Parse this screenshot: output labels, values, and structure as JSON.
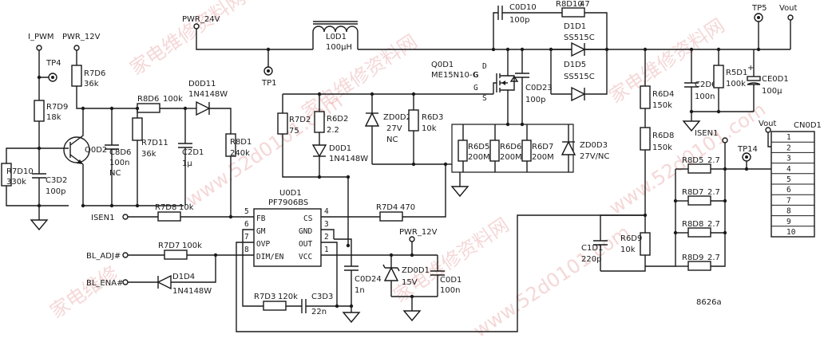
{
  "nets": {
    "pwr24": "PWR_24V",
    "pwr12": "PWR_12V",
    "pwr12b": "PWR_12V",
    "ipwm": "I_PWM",
    "isen1": "ISEN1",
    "isen1r": "ISEN1",
    "bladj": "BL_ADJ#",
    "blena": "BL_ENA#",
    "vout": "Vout",
    "vout2": "Vout"
  },
  "testpoints": {
    "tp1": "TP1",
    "tp4": "TP4",
    "tp5": "TP5",
    "tp14": "TP14"
  },
  "parts": {
    "L": "L0D1",
    "Lv": "100μH",
    "Q1": "Q0D1",
    "Q1v": "ME15N10-G",
    "Q2": "Q0D2",
    "U": "U0D1",
    "Uv": "PF7906BS",
    "R7D6": "R7D6",
    "R7D6v": "36k",
    "R7D9": "R7D9",
    "R7D9v": "18k",
    "R7D10": "R7D10",
    "R7D10v": "330k",
    "C3D2": "C3D2",
    "C3D2v": "100p",
    "C8D6": "C8D6",
    "C8D6v": "100n",
    "C8D6n": "NC",
    "R8D6": "R8D6",
    "R8D6v": "100k",
    "R7D11": "R7D11",
    "R7D11v": "36k",
    "C2D1": "C2D1",
    "C2D1v": "1μ",
    "D11": "D0D11",
    "D11v": "1N4148W",
    "R8D1": "R8D1",
    "R8D1v": "240k",
    "R7D2": "R7D2",
    "R7D2v": "75",
    "R6D2": "R6D2",
    "R6D2v": "2.2",
    "D1": "D0D1",
    "D1v": "1N4148W",
    "ZD2": "ZD0D2",
    "ZD2v": "27V",
    "ZD2n": "NC",
    "R6D3": "R6D3",
    "R6D3v": "10k",
    "R6D5": "R6D5",
    "R6D5v": "200M",
    "R6D6": "R6D6",
    "R6D6v": "200M",
    "R6D7": "R6D7",
    "R6D7v": "200M",
    "ZD3": "ZD0D3",
    "ZD3v": "27V/NC",
    "C0D10": "C0D10",
    "C0D10v": "100p",
    "R8D10": "R8D10",
    "R8D10v": "47",
    "D1D1": "D1D1",
    "D1D1v": "SS515C",
    "D1D5": "D1D5",
    "D1D5v": "SS515C",
    "C0D23": "C0D23",
    "C0D23v": "100p",
    "R6D4": "R6D4",
    "R6D4v": "150k",
    "R6D8": "R6D8",
    "R6D8v": "150k",
    "C2D6": "C2D6",
    "C2D6v": "100n",
    "R5D1": "R5D1",
    "R5D1v": "100k",
    "CE": "CE0D1",
    "CEv": "100μ",
    "C1D1": "C1D1",
    "C1D1v": "220p",
    "R6D9": "R6D9",
    "R6D9v": "10k",
    "R7D8": "R7D8",
    "R7D8v": "10k",
    "R7D7": "R7D7",
    "R7D7v": "100k",
    "D1D4": "D1D4",
    "D1D4v": "1N4148W",
    "R7D4": "R7D4",
    "R7D4v": "470",
    "C0D24": "C0D24",
    "C0D24v": "1n",
    "ZD1": "ZD0D1",
    "ZD1v": "15V",
    "C0D1": "C0D1",
    "C0D1v": "100n",
    "R7D3": "R7D3",
    "R7D3v": "120k",
    "C3D3": "C3D3",
    "C3D3v": "22n",
    "R8D5": "R8D5",
    "R8D5v": "2.7",
    "R8D7": "R8D7",
    "R8D7v": "2.7",
    "R8D8": "R8D8",
    "R8D8v": "2.7",
    "R8D9": "R8D9",
    "R8D9v": "2.7",
    "CN": "CN0D1"
  },
  "ic_pins": {
    "fb": "FB",
    "gm": "GM",
    "ovp": "OVP",
    "dim": "DIM/EN",
    "cs": "CS",
    "gnd": "GND",
    "out": "OUT",
    "vcc": "VCC",
    "n1": "1",
    "n2": "2",
    "n3": "3",
    "n4": "4",
    "n5": "5",
    "n6": "6",
    "n7": "7",
    "n8": "8"
  },
  "connector_pins": [
    "1",
    "2",
    "3",
    "4",
    "5",
    "6",
    "7",
    "8",
    "9",
    "10"
  ],
  "mosfet_pins": {
    "g": "G",
    "d": "D",
    "s": "S"
  },
  "watermarks": {
    "cn": [
      "家电维修资料网",
      "家电维修资料网",
      "家电维修资料网",
      "家电维修资料网",
      "家电维修"
    ],
    "url": [
      "www.52d0101.com",
      "www.52d0101.com",
      "www.52d0101.com"
    ]
  },
  "footer_code": "8626a"
}
